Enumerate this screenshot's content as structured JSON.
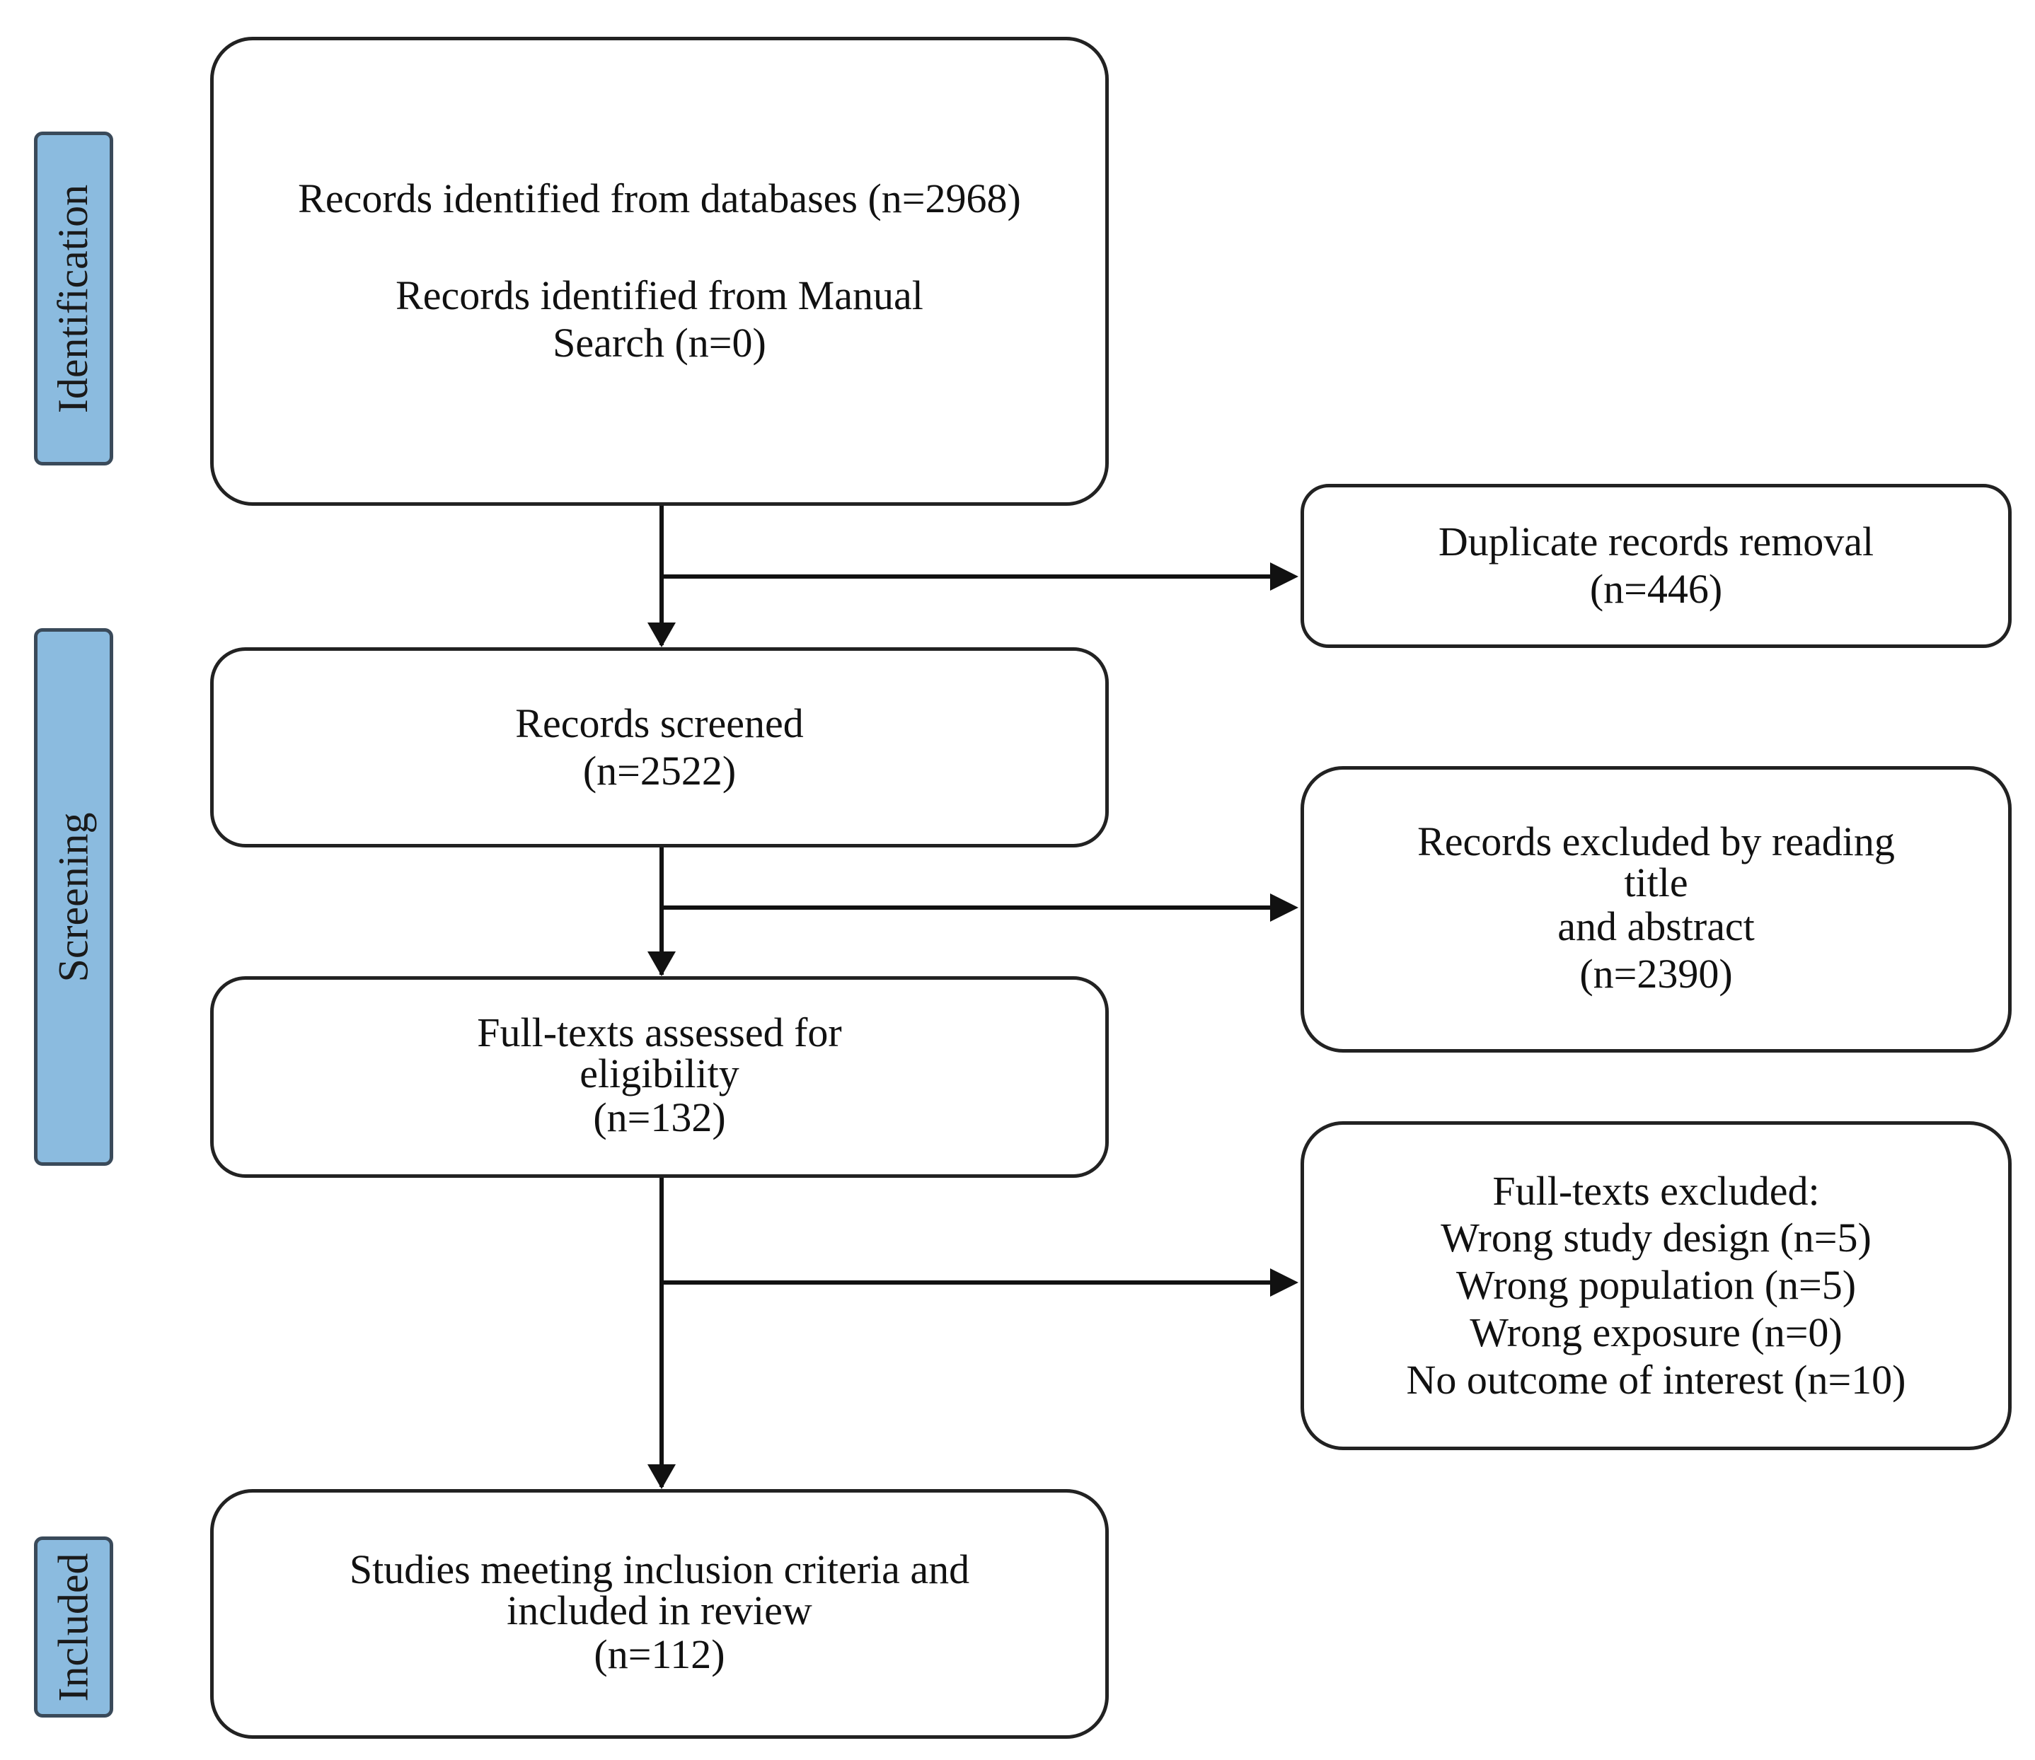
{
  "stages": {
    "identification": "Identification",
    "screening": "Screening",
    "included": "Included"
  },
  "boxes": {
    "identified": {
      "line1": "Records identified from databases (n=2968)",
      "line2": "Records identified from Manual",
      "line3": "Search (n=0)"
    },
    "duplicates": {
      "title": "Duplicate records removal",
      "count": "(n=446)"
    },
    "screened": {
      "title": "Records screened",
      "count": "(n=2522)"
    },
    "excluded_title_abstract": {
      "line1": "Records excluded by reading",
      "line2": "title",
      "line3": "and abstract",
      "count": "(n=2390)"
    },
    "fulltext_assessed": {
      "line1": "Full-texts assessed for",
      "line2": "eligibility",
      "count": "(n=132)"
    },
    "fulltext_excluded": {
      "title": "Full-texts excluded:",
      "reasons": [
        "Wrong study design (n=5)",
        "Wrong population (n=5)",
        "Wrong exposure (n=0)",
        "No outcome of interest (n=10)"
      ]
    },
    "included": {
      "line1": "Studies meeting inclusion criteria and",
      "line2": "included in review",
      "count": "(n=112)"
    }
  },
  "colors": {
    "stage_fill": "#8bbbdf",
    "stage_border": "#3a4a5a",
    "box_border": "#222222",
    "arrow": "#111111"
  }
}
